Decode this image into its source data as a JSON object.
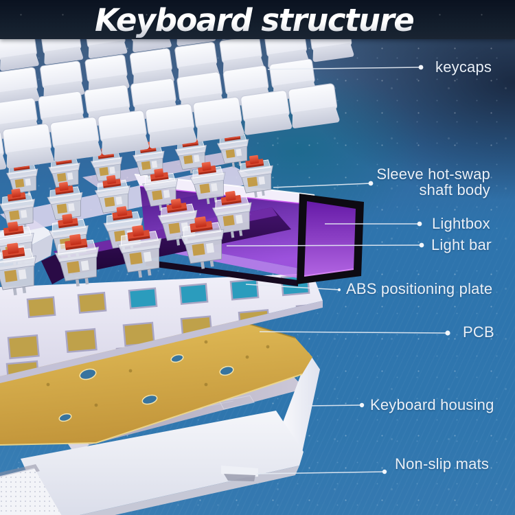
{
  "title": "Keyboard structure",
  "callouts": {
    "keycaps": {
      "label": "keycaps"
    },
    "sleeve": {
      "line1": "Sleeve hot-swap",
      "line2": "shaft body"
    },
    "lightbox": {
      "label": "Lightbox"
    },
    "light_bar": {
      "label": "Light bar"
    },
    "abs_plate": {
      "label": "ABS positioning plate"
    },
    "pcb": {
      "label": "PCB"
    },
    "housing": {
      "label": "Keyboard housing"
    },
    "mats": {
      "label": "Non-slip mats"
    }
  },
  "colors": {
    "background_blue": "#2e74ad",
    "background_navy": "#101b2a",
    "teal_tint": "#156f86",
    "switch_stem_red": "#d23c2a",
    "lightbox_purple": "#8a2fd0",
    "light_bar_purple": "#2a0b46",
    "pcb_gold": "#cfa843",
    "plate_white": "#e9e8f3",
    "keycap_white": "#f6f7fb",
    "label_text": "#eaf0f7",
    "title_text": "#ffffff"
  }
}
